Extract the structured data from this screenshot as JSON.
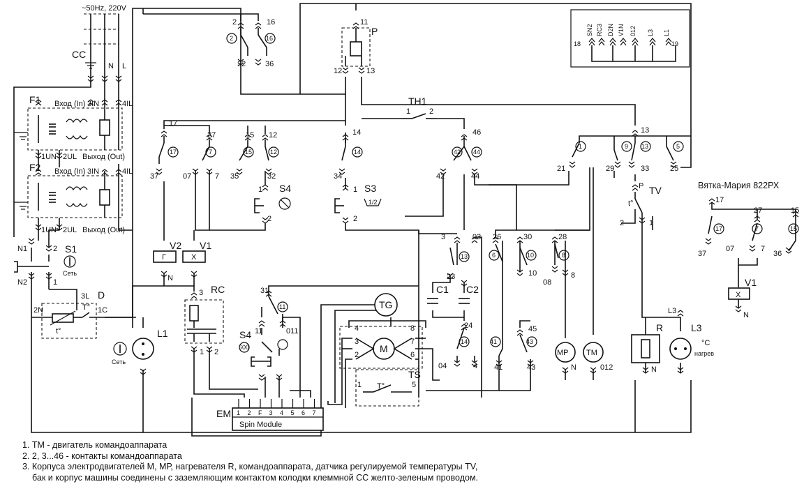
{
  "supply": {
    "label": "~50Hz, 220V",
    "n": "N",
    "l": "L"
  },
  "terminal_block": {
    "name": "CC"
  },
  "filter1": {
    "name": "F1",
    "in_label": "Вход (In)",
    "out_label": "Выход (Out)",
    "p3in": "3IN",
    "p4il": "4IL",
    "p1un": "1UN",
    "p2ul": "2UL"
  },
  "filter2": {
    "name": "F2",
    "in_label": "Вход (In)",
    "out_label": "Выход (Out)",
    "p3in": "3IN",
    "p4il": "4IL",
    "p1un": "1UN",
    "p2ul": "2UL"
  },
  "switch_s1": {
    "name": "S1",
    "caption": "Сеть",
    "n1": "N1",
    "n2": "N2",
    "p1": "1",
    "p2": "2"
  },
  "door_lock": {
    "name": "D",
    "p3l": "3L",
    "p2n": "2N",
    "p1c": "1C",
    "t": "T°",
    "t2": "t°"
  },
  "lamp_l1": {
    "name": "L1",
    "caption": "Сеть"
  },
  "relay_p": {
    "name": "P",
    "p11": "11",
    "p12": "12",
    "p13": "13"
  },
  "thermal_th1": {
    "name": "TH1",
    "p1": "1",
    "p2": "2"
  },
  "s4_switch": {
    "name": "S4",
    "p1": "1",
    "p2": "2"
  },
  "s3_switch": {
    "name": "S3",
    "symbol": "1/2",
    "p1": "1",
    "p2": "2"
  },
  "thermostat_tv": {
    "name": "TV",
    "p": "P",
    "t": "t°",
    "p1": "1",
    "p2": "2"
  },
  "valves": {
    "v1": "V1",
    "v2": "V2",
    "v1_sym": "X",
    "v2_sym": "Г"
  },
  "rc": {
    "name": "RC",
    "p1": "1",
    "p2": "2",
    "p3": "3"
  },
  "tacho": {
    "name": "TG"
  },
  "motor": {
    "name": "M",
    "pins": [
      "4",
      "8",
      "3",
      "7",
      "2",
      "6"
    ]
  },
  "caps": {
    "c1": "C1",
    "c2": "C2"
  },
  "ts": {
    "name": "TS",
    "p1": "1",
    "p5": "5",
    "t": "T°"
  },
  "pump_mp": {
    "name": "MP"
  },
  "timer_tm": {
    "name": "TM",
    "pin": "012"
  },
  "heater_r": {
    "name": "R"
  },
  "lamp_l3": {
    "name": "L3",
    "unit": "°C",
    "caption": "нагрев",
    "l3": "L3"
  },
  "s4_speed": {
    "name": "S4",
    "sym": "600"
  },
  "spin_module": {
    "name": "EM",
    "label": "Spin Module",
    "pins": [
      "1",
      "2",
      "F",
      "3",
      "4",
      "5",
      "6",
      "7"
    ]
  },
  "connector_top": {
    "labels": [
      "SN2",
      "RC3",
      "D2N",
      "V1N",
      "012",
      "L3",
      "L1"
    ],
    "p18": "18",
    "p19": "19"
  },
  "model": {
    "name": "Вятка-Мария 822РХ"
  },
  "contacts": {
    "c2": "2",
    "c16": "16",
    "c22": "22",
    "c36": "36",
    "c17": "17",
    "c37": "37",
    "c27": "27",
    "c07": "07",
    "c7": "7",
    "c15": "15",
    "c35": "35",
    "c12": "12",
    "c32": "32",
    "c14": "14",
    "c34": "34",
    "c46": "46",
    "c42": "42",
    "c44": "44",
    "c13": "13",
    "c21": "21",
    "c29": "29",
    "c33": "33",
    "c25": "25",
    "c1": "1",
    "c9": "9",
    "c5": "5",
    "c3": "3",
    "c03": "03",
    "c23": "23",
    "c26": "26",
    "c6": "6",
    "c30": "30",
    "c10": "10",
    "c28": "28",
    "c8": "8",
    "c08": "08",
    "c24": "24",
    "c04": "04",
    "c4": "4",
    "c41": "41",
    "c45": "45",
    "c43": "43",
    "c31": "31",
    "c11": "11",
    "c011": "011"
  },
  "inset": {
    "c17": "17",
    "c37": "37",
    "c27": "27",
    "c07": "07",
    "c7": "7",
    "c15": "15",
    "c36": "36",
    "v1": "V1",
    "v1_sym": "X",
    "n": "N"
  },
  "n_label": "N",
  "notes": [
    "1. ТМ - двигатель командоаппарата",
    "2. 2, 3...46 - контакты командоаппарата",
    "3. Корпуса электродвигателей М, МР, нагревателя R, командоаппарата, датчика регулируемой температуры TV,",
    "бак и корпус машины соединены с заземляющим контактом колодки клеммной СС желто-зеленым проводом."
  ]
}
